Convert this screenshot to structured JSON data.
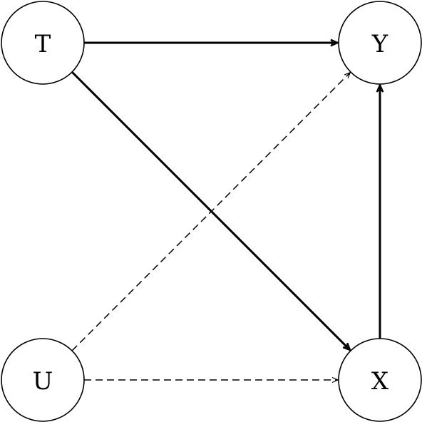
{
  "diagram": {
    "nodes": [
      {
        "id": "T",
        "label": "T"
      },
      {
        "id": "Y",
        "label": "Y"
      },
      {
        "id": "U",
        "label": "U"
      },
      {
        "id": "X",
        "label": "X"
      }
    ],
    "edges": [
      {
        "from": "T",
        "to": "Y",
        "style": "solid"
      },
      {
        "from": "T",
        "to": "X",
        "style": "solid"
      },
      {
        "from": "X",
        "to": "Y",
        "style": "solid"
      },
      {
        "from": "U",
        "to": "Y",
        "style": "dashed"
      },
      {
        "from": "U",
        "to": "X",
        "style": "dashed"
      }
    ],
    "colors": {
      "stroke": "#000000",
      "background": "#ffffff"
    }
  }
}
